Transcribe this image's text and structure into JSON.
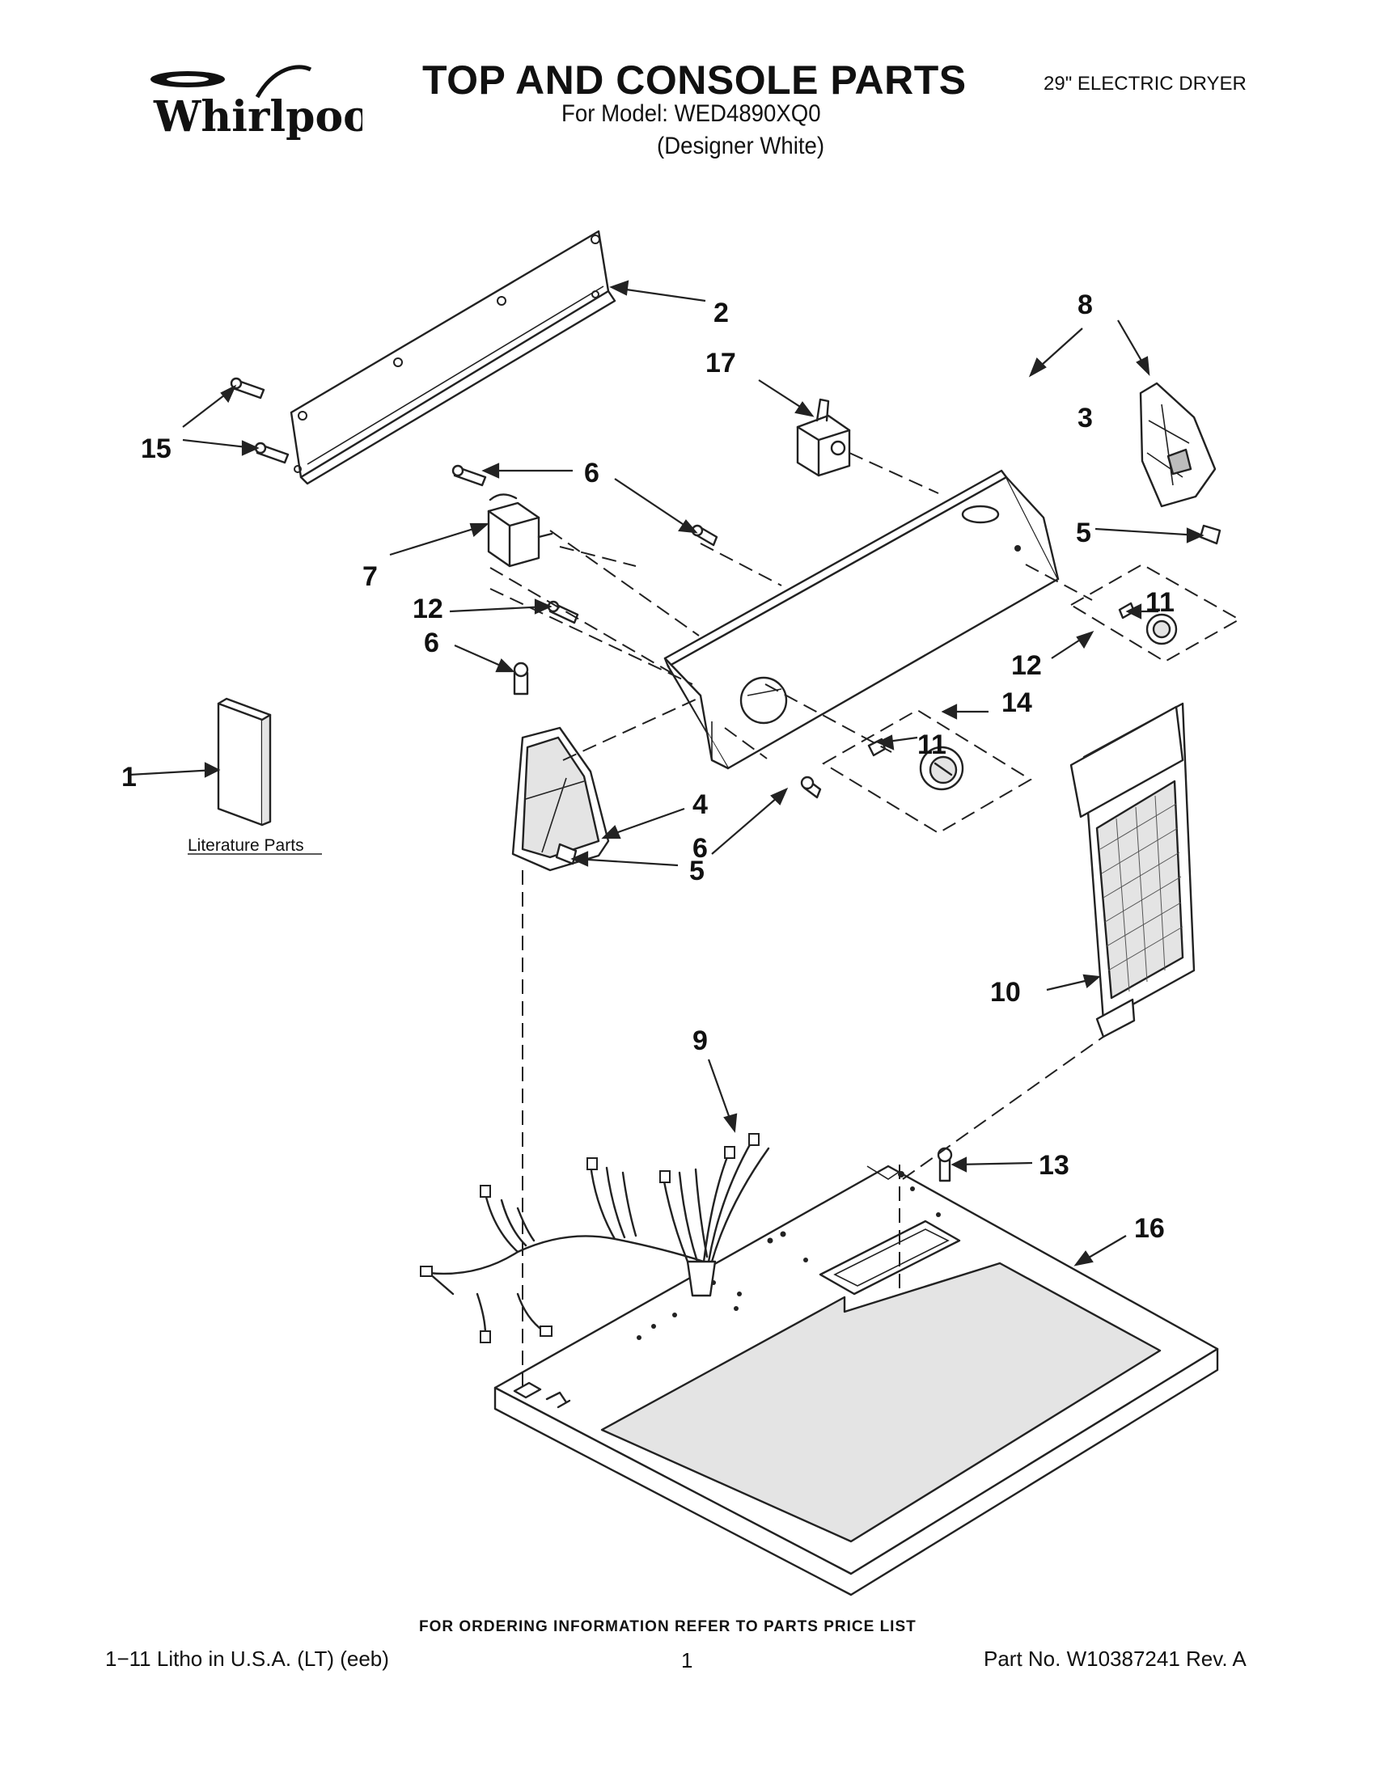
{
  "header": {
    "brand": "Whirlpool",
    "title": "TOP AND CONSOLE PARTS",
    "model_line": "For Model: WED4890XQ0",
    "finish": "(Designer White)",
    "product": "29\" ELECTRIC DRYER"
  },
  "diagram": {
    "literature_label": "Literature Parts",
    "callouts": {
      "c1": "1",
      "c2": "2",
      "c3": "3",
      "c4": "4",
      "c5a": "5",
      "c5b": "5",
      "c6a": "6",
      "c6b": "6",
      "c6c": "6",
      "c7": "7",
      "c8": "8",
      "c9": "9",
      "c10": "10",
      "c11a": "11",
      "c11b": "11",
      "c12a": "12",
      "c12b": "12",
      "c13": "13",
      "c14": "14",
      "c15": "15",
      "c16": "16",
      "c17": "17"
    }
  },
  "footer": {
    "ordering": "FOR ORDERING INFORMATION REFER TO PARTS PRICE LIST",
    "litho": "1−11 Litho in U.S.A. (LT) (eeb)",
    "page_number": "1",
    "part_number": "Part No. W10387241 Rev. A"
  }
}
